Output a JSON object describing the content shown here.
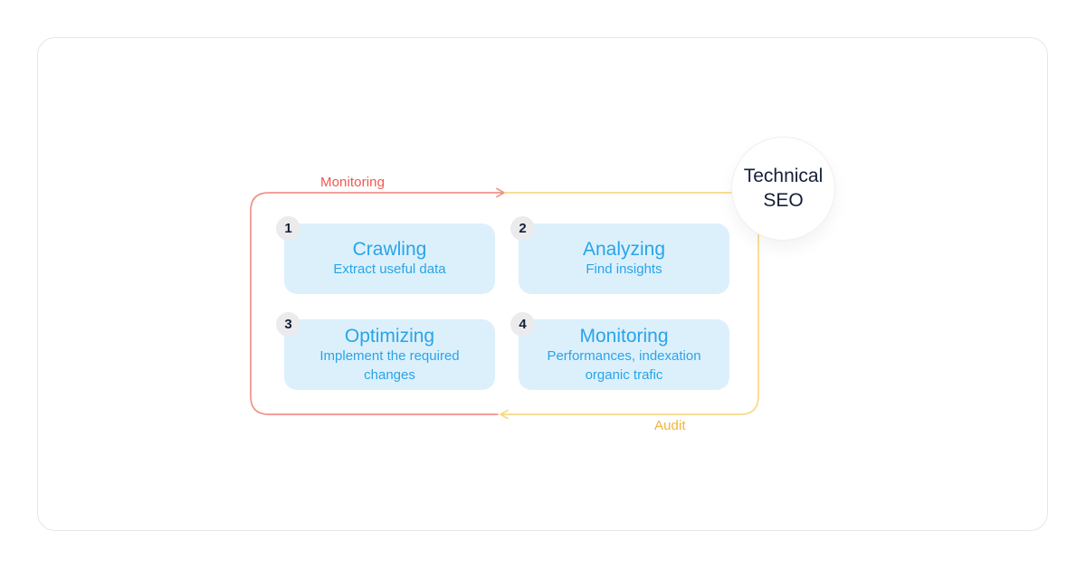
{
  "colors": {
    "bg": "#ffffff",
    "card_border": "#e6e6e6",
    "step_bg": "#dcf0fc",
    "step_text": "#29a4e8",
    "badge_bg": "#ebebed",
    "navy": "#161f3a",
    "red_line": "#f0938a",
    "red_text": "#f4564d",
    "yellow_line": "#f8d985",
    "yellow_text": "#f2b33c"
  },
  "cycle": {
    "monitoring_label": "Monitoring",
    "audit_label": "Audit"
  },
  "center_circle": {
    "line1": "Technical",
    "line2": "SEO"
  },
  "steps": [
    {
      "number": "1",
      "title": "Crawling",
      "subtitle": "Extract useful data"
    },
    {
      "number": "2",
      "title": "Analyzing",
      "subtitle": "Find insights"
    },
    {
      "number": "3",
      "title": "Optimizing",
      "subtitle": "Implement the required changes"
    },
    {
      "number": "4",
      "title": "Monitoring",
      "subtitle": "Performances, indexation organic trafic"
    }
  ]
}
